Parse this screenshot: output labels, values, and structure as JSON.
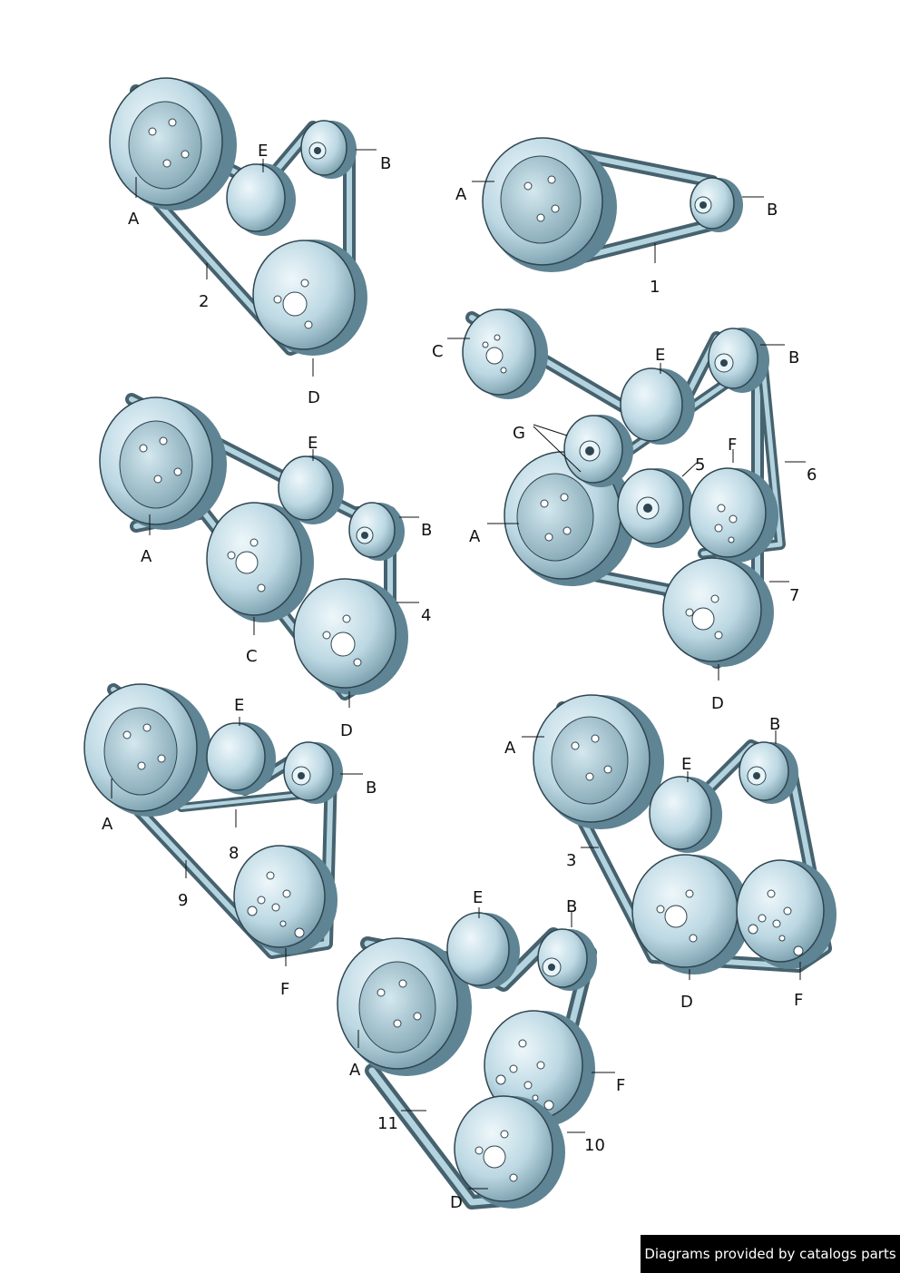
{
  "footer": {
    "text": "Diagrams provided by catalogs parts"
  },
  "labels": {
    "A": "A",
    "B": "B",
    "C": "C",
    "D": "D",
    "E": "E",
    "F": "F",
    "G": "G",
    "n1": "1",
    "n2": "2",
    "n3": "3",
    "n4": "4",
    "n5": "5",
    "n6": "6",
    "n7": "7",
    "n8": "8",
    "n9": "9",
    "n10": "10",
    "n11": "11"
  },
  "colors": {
    "pulley_light": "#e2f0f5",
    "pulley_mid": "#a9cbd8",
    "pulley_dark": "#5f8494",
    "belt": "#46626e",
    "outline": "#2f4550"
  }
}
